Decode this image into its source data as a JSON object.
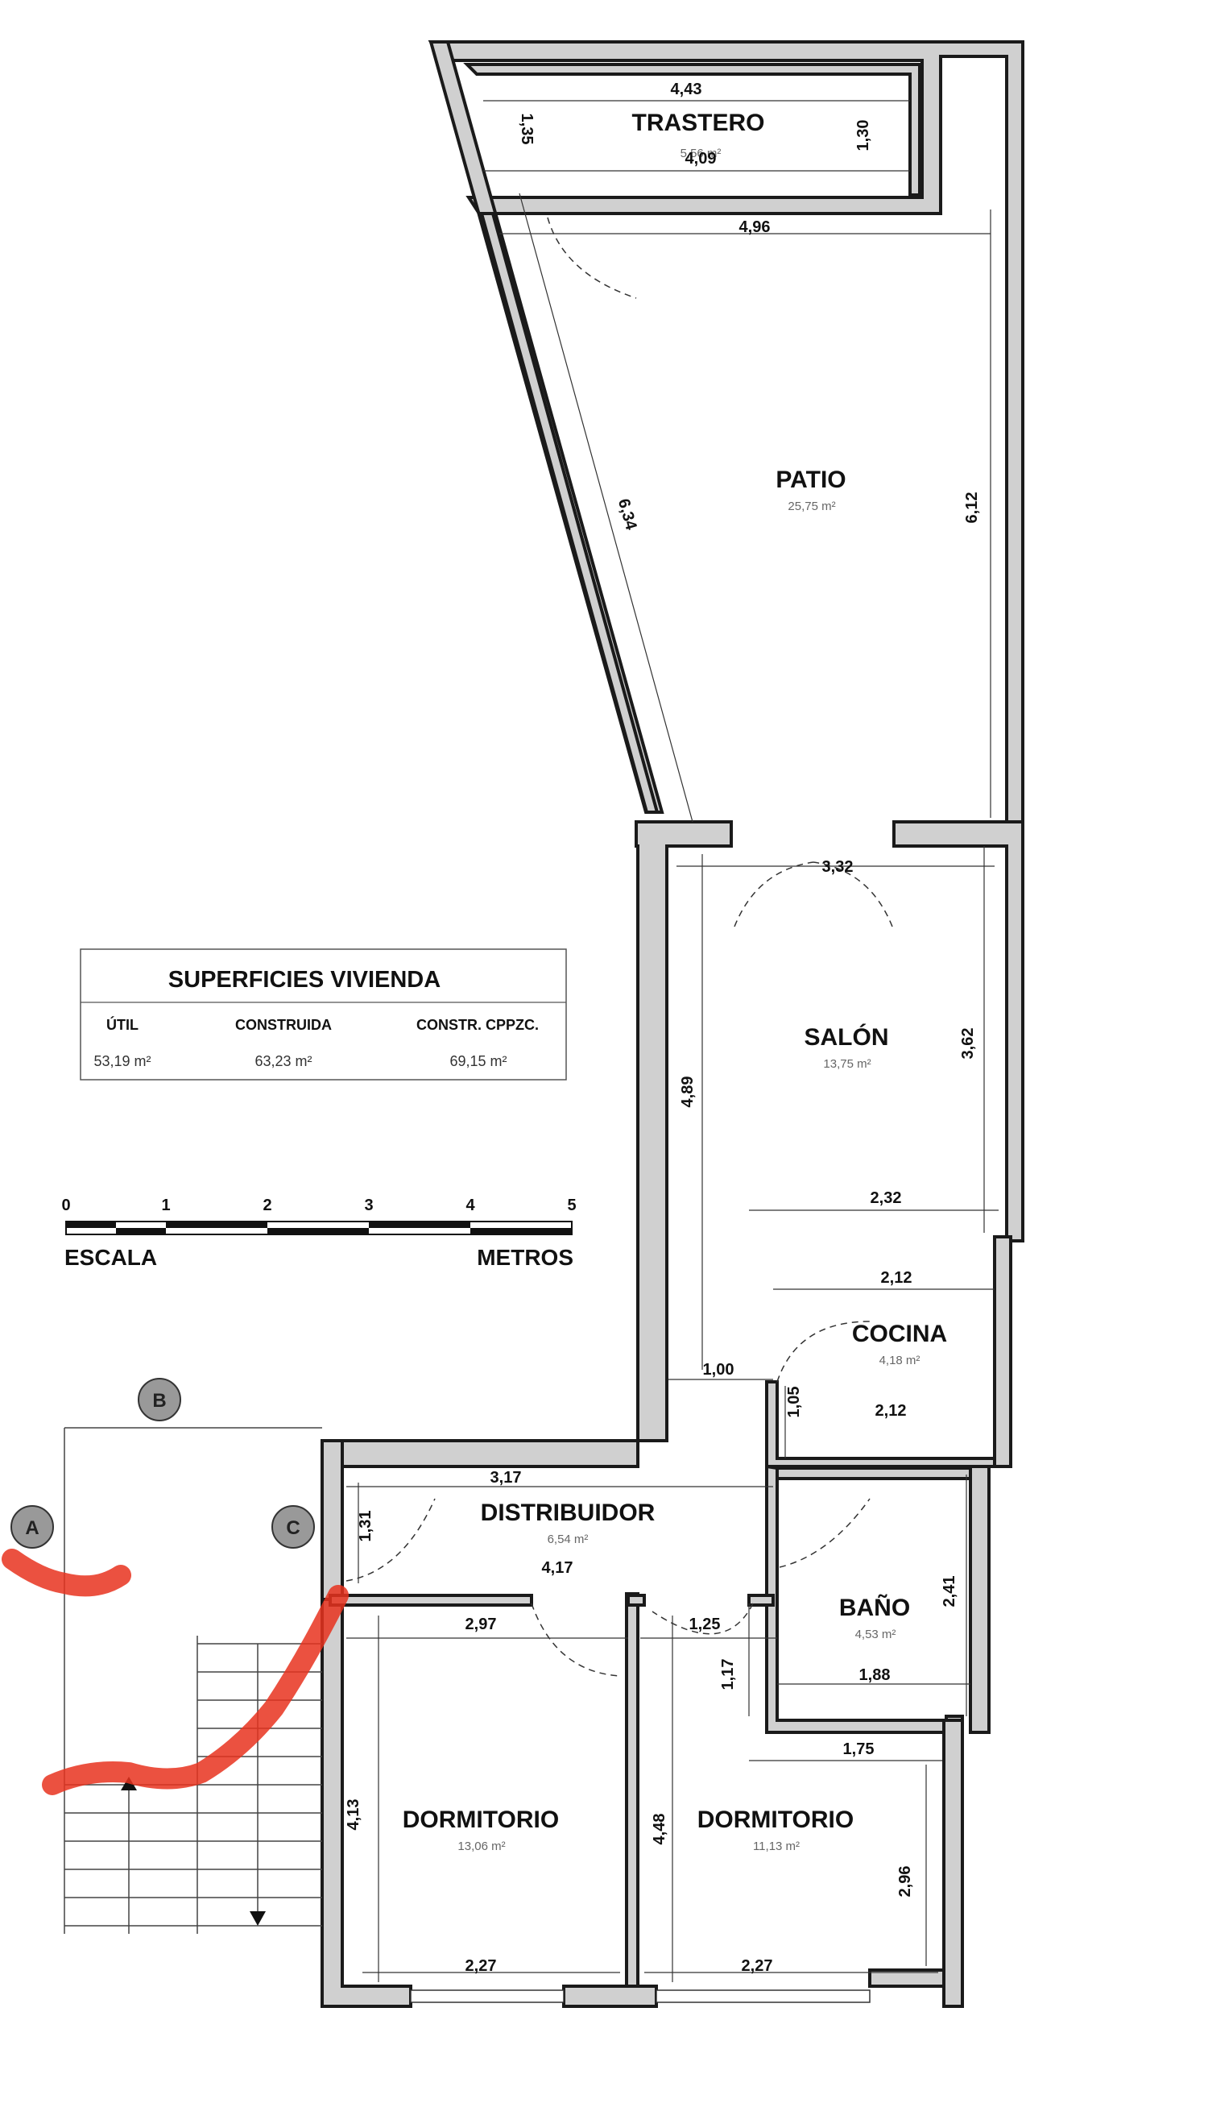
{
  "rooms": {
    "trastero": {
      "name": "TRASTERO",
      "area": "5,56 m²"
    },
    "patio": {
      "name": "PATIO",
      "area": "25,75 m²"
    },
    "salon": {
      "name": "SALÓN",
      "area": "13,75 m²"
    },
    "cocina": {
      "name": "COCINA",
      "area": "4,18 m²"
    },
    "distribuidor": {
      "name": "DISTRIBUIDOR",
      "area": "6,54 m²"
    },
    "bano": {
      "name": "BAÑO",
      "area": "4,53 m²"
    },
    "dormitorio1": {
      "name": "DORMITORIO",
      "area": "13,06 m²"
    },
    "dormitorio2": {
      "name": "DORMITORIO",
      "area": "11,13 m²"
    }
  },
  "dimensions": {
    "d_443": "4,43",
    "d_135": "1,35",
    "d_130": "1,30",
    "d_409": "4,09",
    "d_496": "4,96",
    "d_634": "6,34",
    "d_612": "6,12",
    "d_332": "3,32",
    "d_489": "4,89",
    "d_362": "3,62",
    "d_232": "2,32",
    "d_212a": "2,12",
    "d_100": "1,00",
    "d_105": "1,05",
    "d_212b": "2,12",
    "d_317": "3,17",
    "d_131": "1,31",
    "d_417": "4,17",
    "d_297": "2,97",
    "d_125": "1,25",
    "d_117": "1,17",
    "d_241": "2,41",
    "d_188": "1,88",
    "d_175": "1,75",
    "d_413": "4,13",
    "d_448": "4,48",
    "d_296": "2,96",
    "d_227a": "2,27",
    "d_227b": "2,27"
  },
  "surfaces_table": {
    "title": "SUPERFICIES VIVIENDA",
    "headers": [
      "ÚTIL",
      "CONSTRUIDA",
      "CONSTR. CPPZC."
    ],
    "values": [
      "53,19 m²",
      "63,23 m²",
      "69,15 m²"
    ]
  },
  "scale": {
    "ticks": [
      "0",
      "1",
      "2",
      "3",
      "4",
      "5"
    ],
    "left_label": "ESCALA",
    "right_label": "METROS"
  },
  "markers": {
    "a": "A",
    "b": "B",
    "c": "C"
  },
  "colors": {
    "wall_fill": "#d0d0d0",
    "wall_stroke": "#1a1a1a",
    "scribble": "#e8321e"
  }
}
